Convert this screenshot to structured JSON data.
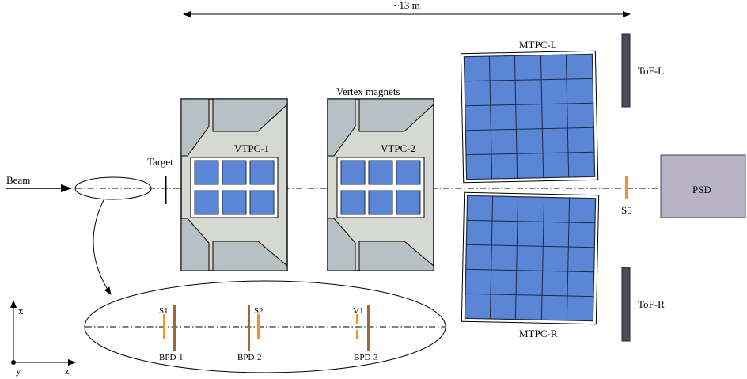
{
  "labels": {
    "dimension": "~13 m",
    "beam": "Beam",
    "target": "Target",
    "vtpc1": "VTPC-1",
    "vtpc2": "VTPC-2",
    "vertex_magnets": "Vertex magnets",
    "mtpc_l": "MTPC-L",
    "mtpc_r": "MTPC-R",
    "tof_l": "ToF-L",
    "tof_r": "ToF-R",
    "psd": "PSD",
    "s5": "S5",
    "s1": "S1",
    "s2": "S2",
    "v1": "V1",
    "bpd1": "BPD-1",
    "bpd2": "BPD-2",
    "bpd3": "BPD-3",
    "axis_x": "x",
    "axis_y": "y",
    "axis_z": "z"
  },
  "colors": {
    "tpc_cells": "#5b86d6",
    "magnet": "#d6d9d1",
    "magnet_pole": "#b7c0c3",
    "tof": "#4b4b5b",
    "psd": "#b8b4c6",
    "scintillator": "#f29524",
    "bpd": "#9b6a3c"
  }
}
